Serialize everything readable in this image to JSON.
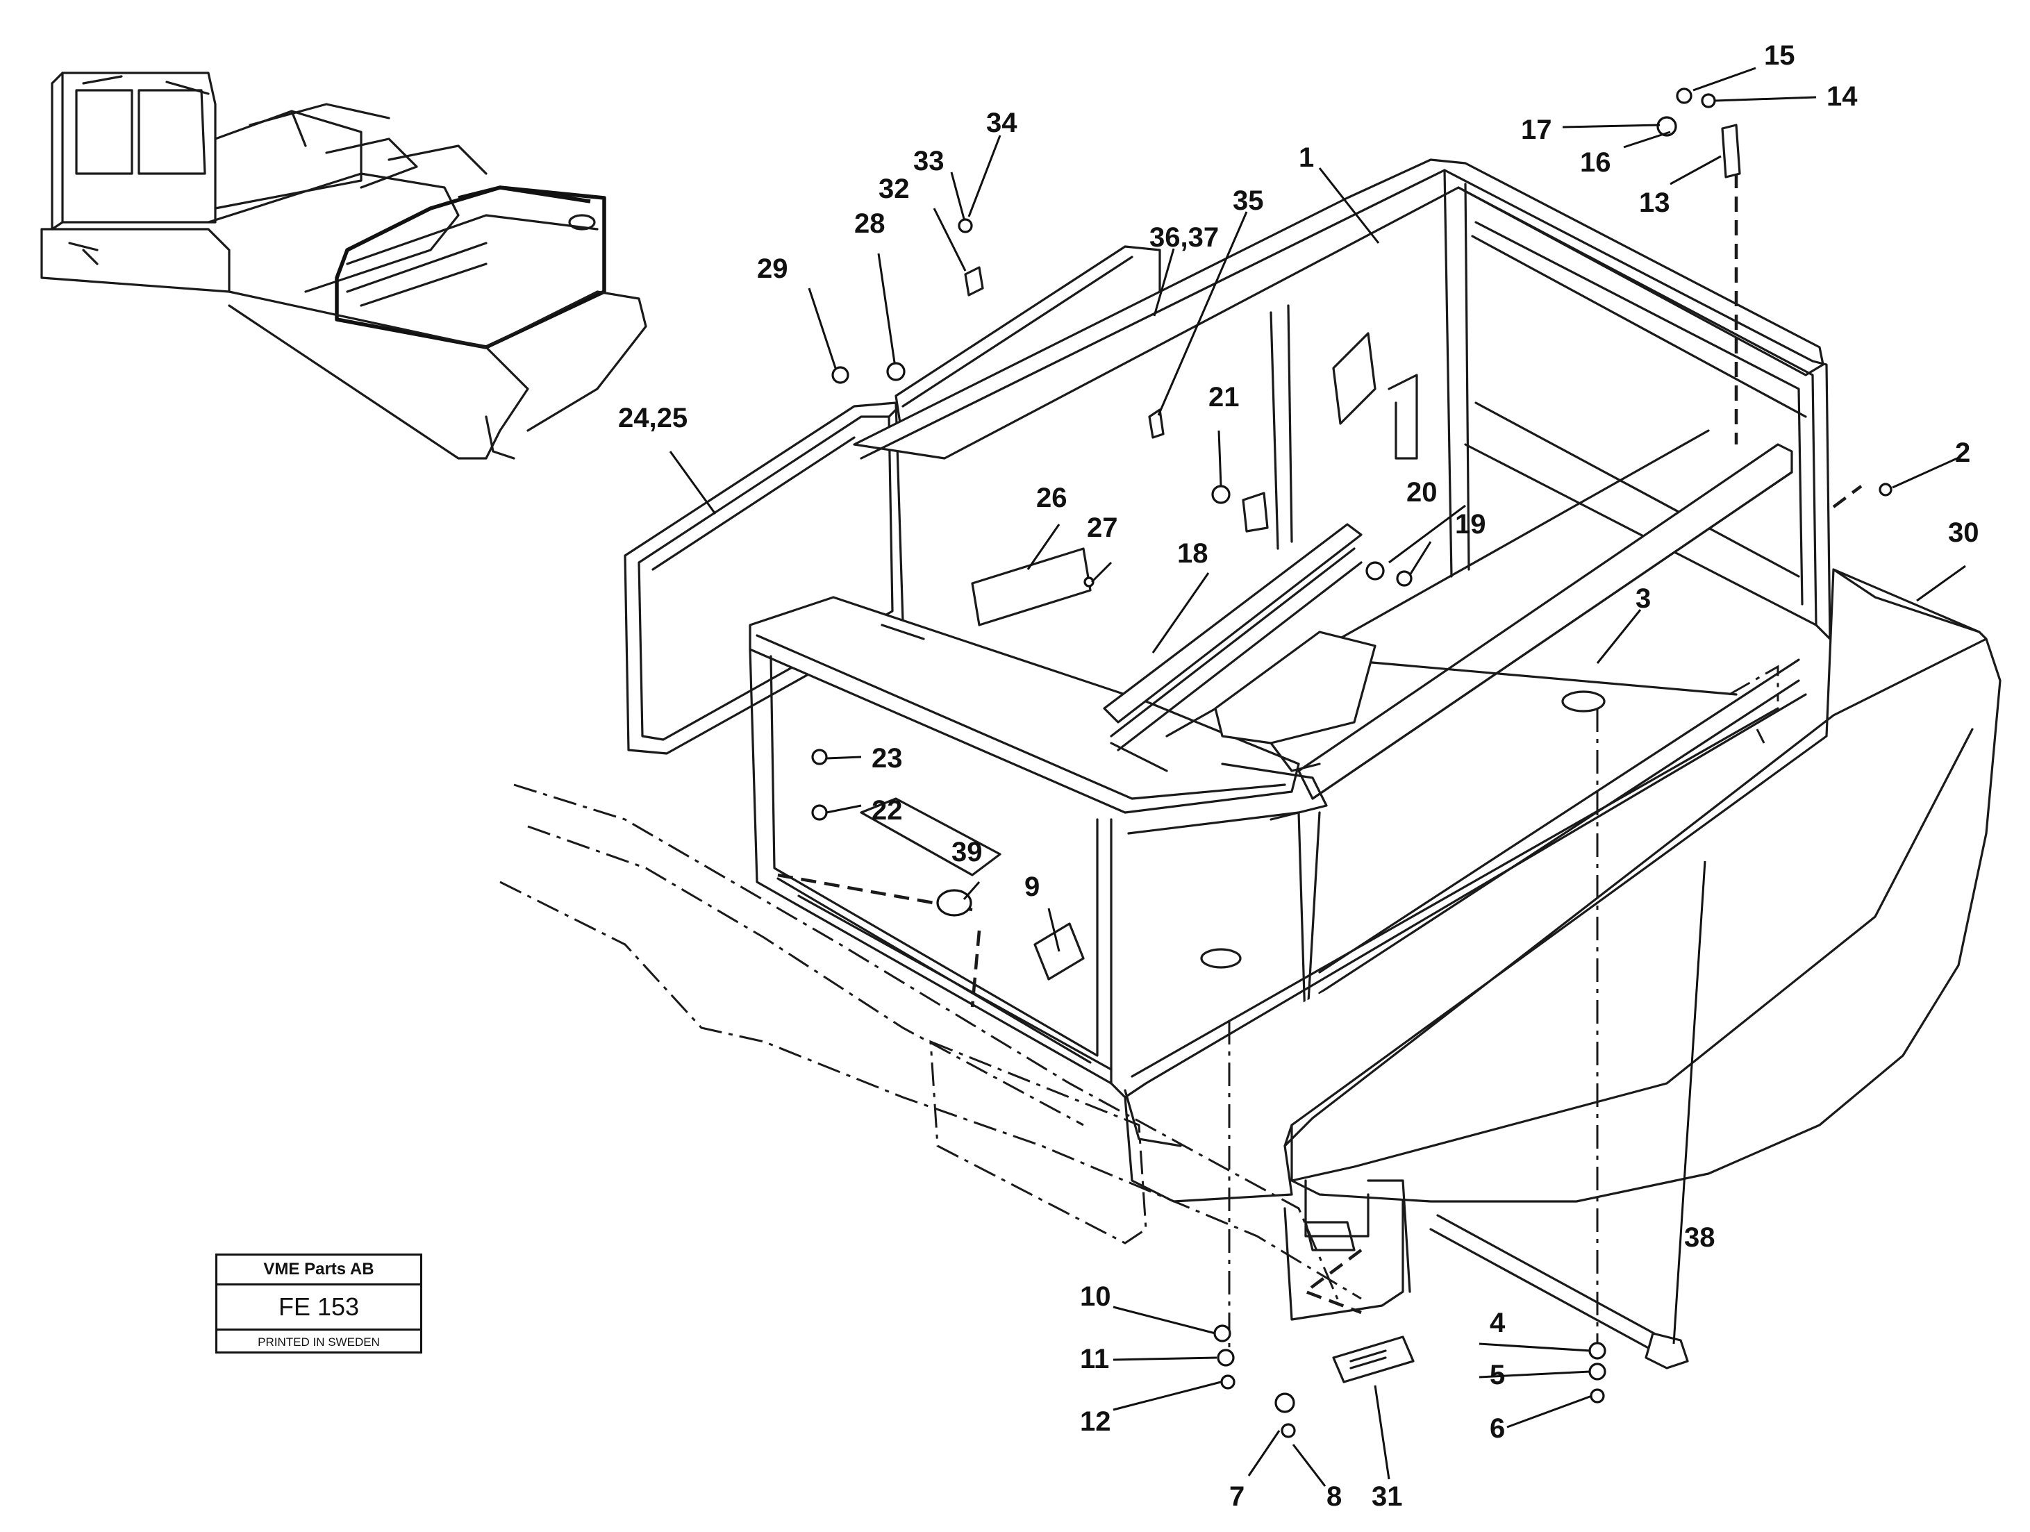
{
  "stamp": {
    "company": "VME Parts AB",
    "drawing_number": "FE 153",
    "printed": "PRINTED IN SWEDEN"
  },
  "callouts": {
    "c1": "1",
    "c2": "2",
    "c3": "3",
    "c4": "4",
    "c5": "5",
    "c6": "6",
    "c7": "7",
    "c8": "8",
    "c9": "9",
    "c10": "10",
    "c11": "11",
    "c12": "12",
    "c13": "13",
    "c14": "14",
    "c15": "15",
    "c16": "16",
    "c17": "17",
    "c18": "18",
    "c19": "19",
    "c20": "20",
    "c21": "21",
    "c22": "22",
    "c23": "23",
    "c24_25": "24,25",
    "c26": "26",
    "c27": "27",
    "c28": "28",
    "c29": "29",
    "c30": "30",
    "c31": "31",
    "c32": "32",
    "c33": "33",
    "c34": "34",
    "c35": "35",
    "c36_37": "36,37",
    "c38": "38",
    "c39": "39"
  }
}
